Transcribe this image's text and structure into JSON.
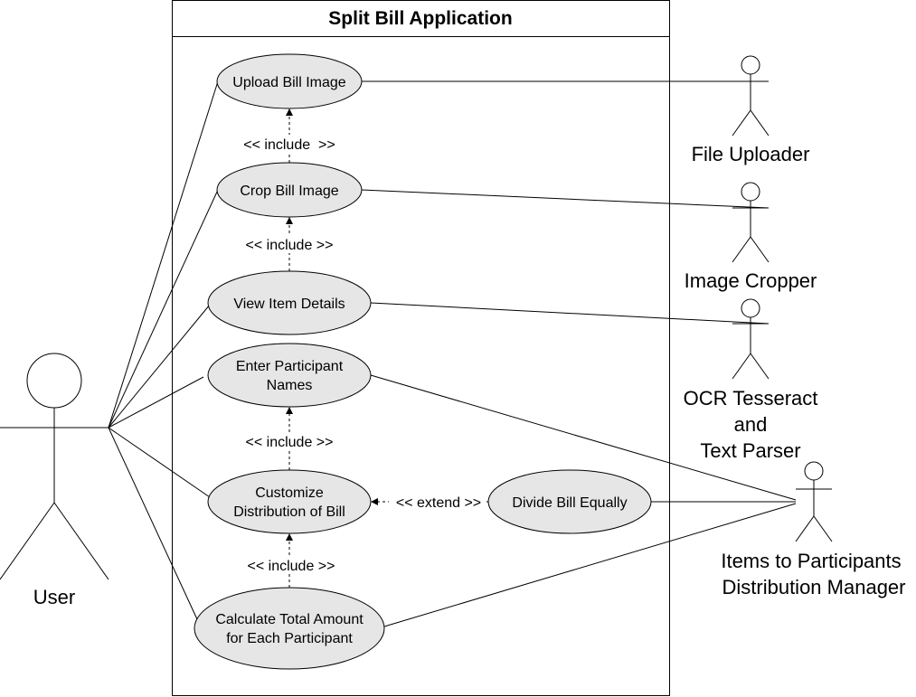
{
  "system": {
    "title": "Split Bill Application"
  },
  "actors": {
    "user": {
      "label": [
        "User"
      ]
    },
    "file_uploader": {
      "label": [
        "File Uploader"
      ]
    },
    "image_cropper": {
      "label": [
        "Image Cropper"
      ]
    },
    "ocr_parser": {
      "label": [
        "OCR Tesseract",
        "and",
        "Text Parser"
      ]
    },
    "distribution_manager": {
      "label": [
        "Items to Participants",
        "Distribution Manager"
      ]
    }
  },
  "use_cases": {
    "upload": {
      "label": [
        "Upload Bill Image"
      ]
    },
    "crop": {
      "label": [
        "Crop Bill Image"
      ]
    },
    "view": {
      "label": [
        "View Item Details"
      ]
    },
    "enter": {
      "label": [
        "Enter Participant",
        "Names"
      ]
    },
    "customize": {
      "label": [
        "Customize",
        "Distribution of Bill"
      ]
    },
    "divide": {
      "label": [
        "Divide Bill Equally"
      ]
    },
    "calculate": {
      "label": [
        "Calculate Total Amount",
        "for Each Participant"
      ]
    }
  },
  "relationships": {
    "include_1": "<< include  >>",
    "include_2": "<< include >>",
    "include_3": "<< include >>",
    "include_4": "<< include >>",
    "extend_1": "<< extend >>"
  }
}
